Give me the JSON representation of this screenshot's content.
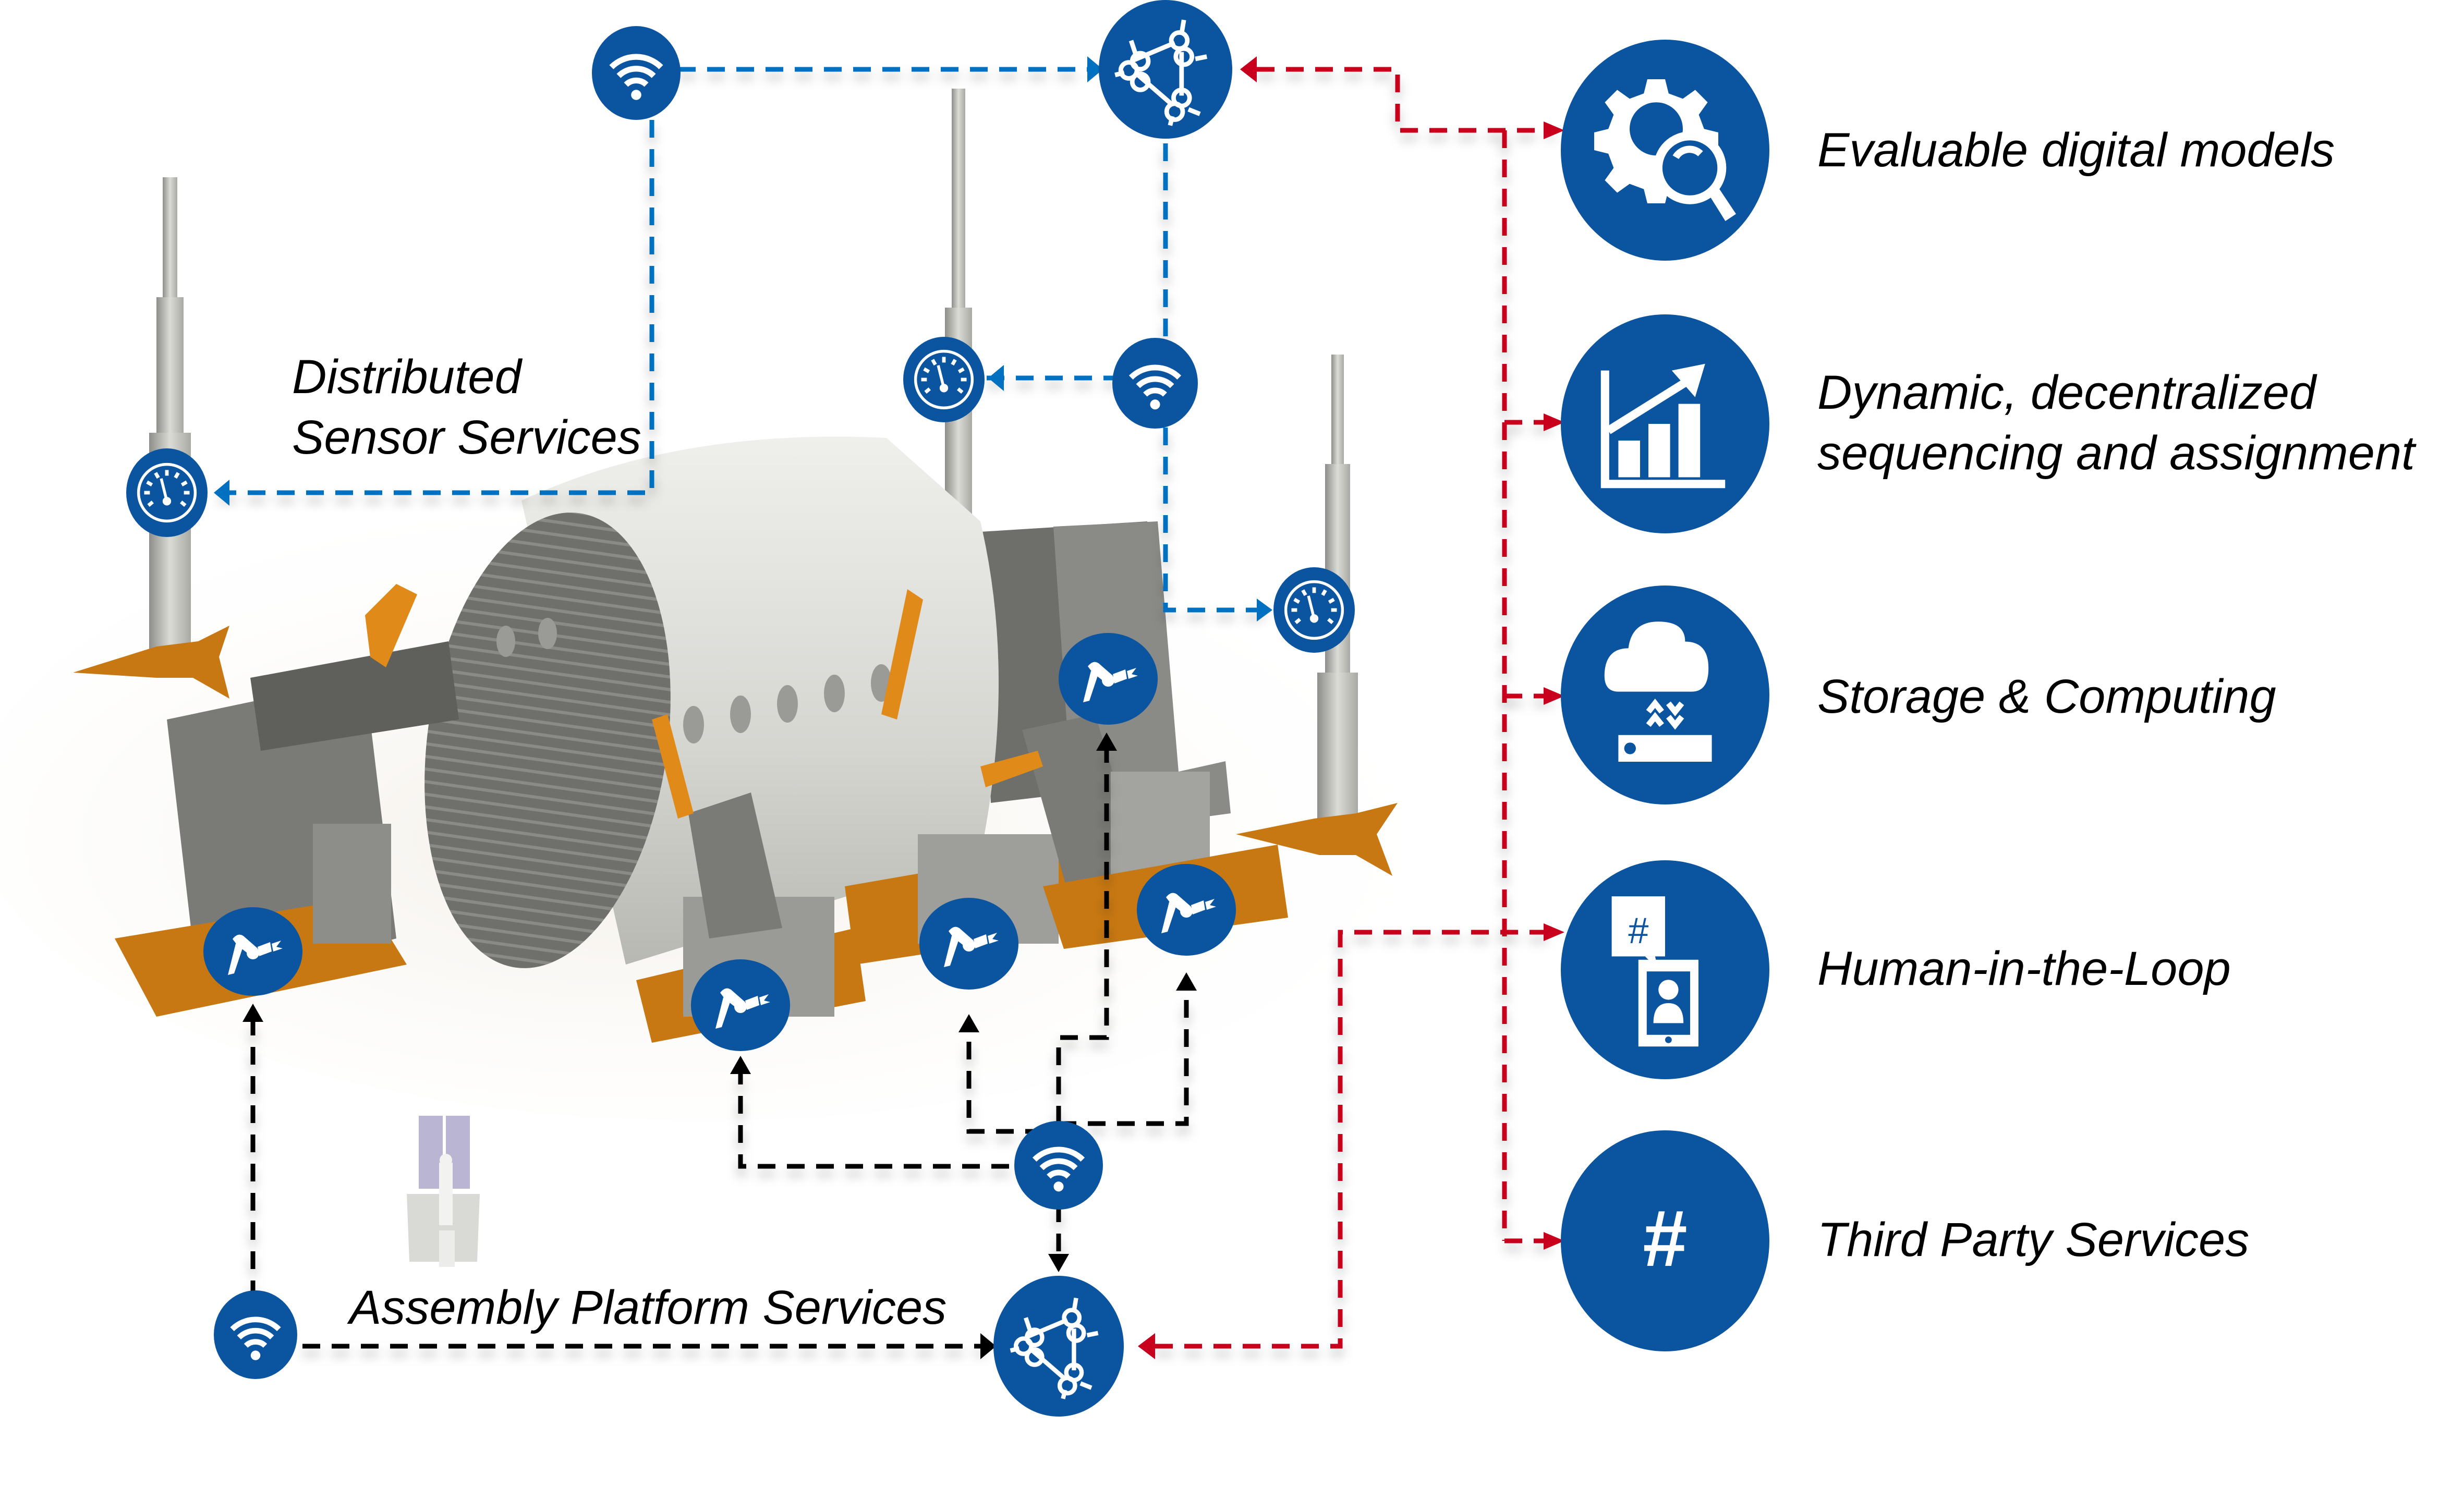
{
  "colors": {
    "node_blue": "#0B54A0",
    "sensor_line_blue": "#0070C0",
    "service_line_red": "#C8001E",
    "platform_line_black": "#000000",
    "icon_white": "#FFFFFF"
  },
  "zone_labels": {
    "distributed_sensor_line1": "Distributed",
    "distributed_sensor_line2": "Sensor Services",
    "assembly_platform": "Assembly Platform Services"
  },
  "services": [
    {
      "id": "evaluable-digital-models",
      "icon": "gear-magnifier-icon",
      "lines": [
        "Evaluable digital models"
      ]
    },
    {
      "id": "dynamic-sequencing",
      "icon": "bar-chart-trend-icon",
      "lines": [
        "Dynamic, decentralized",
        "sequencing and assignment"
      ]
    },
    {
      "id": "storage-computing",
      "icon": "cloud-server-icon",
      "lines": [
        "Storage & Computing"
      ]
    },
    {
      "id": "human-in-the-loop",
      "icon": "tablet-user-chat-icon",
      "lines": [
        "Human-in-the-Loop"
      ],
      "chat_symbol": "#"
    },
    {
      "id": "third-party-services",
      "icon": "hash-icon",
      "lines": [
        "Third Party Services"
      ],
      "symbol": "#"
    }
  ],
  "nodes": {
    "sensor_hub": {
      "icon": "network-hub-icon",
      "role": "Distributed sensor services hub"
    },
    "platform_hub": {
      "icon": "network-hub-icon",
      "role": "Assembly platform services hub"
    },
    "wifi_nodes": [
      {
        "id": "wifi-top-left",
        "icon": "wifi-icon"
      },
      {
        "id": "wifi-mid",
        "icon": "wifi-icon"
      },
      {
        "id": "wifi-bottom-center",
        "icon": "wifi-icon"
      },
      {
        "id": "wifi-bottom-left",
        "icon": "wifi-icon"
      }
    ],
    "gauge_nodes": [
      {
        "id": "gauge-left-tower",
        "icon": "gauge-icon"
      },
      {
        "id": "gauge-center-tower",
        "icon": "gauge-icon"
      },
      {
        "id": "gauge-right-tower",
        "icon": "gauge-icon"
      }
    ],
    "robot_nodes": [
      {
        "id": "robot-1",
        "icon": "robot-arm-icon"
      },
      {
        "id": "robot-2",
        "icon": "robot-arm-icon"
      },
      {
        "id": "robot-3",
        "icon": "robot-arm-icon"
      },
      {
        "id": "robot-4",
        "icon": "robot-arm-icon"
      },
      {
        "id": "robot-5",
        "icon": "robot-arm-icon"
      },
      {
        "id": "robot-6",
        "icon": "robot-arm-icon"
      }
    ]
  },
  "scene": {
    "subject": "Aircraft fuselage assembly station with robotic arms, positioning towers and operator workstation"
  }
}
